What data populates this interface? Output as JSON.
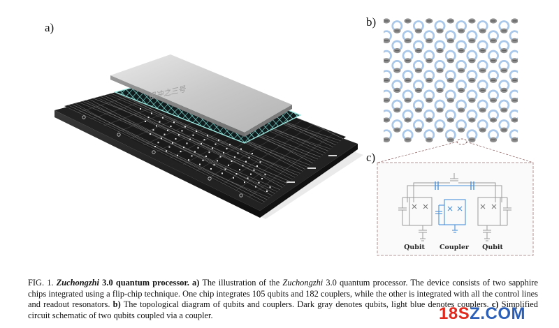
{
  "panels": {
    "a": "a)",
    "b": "b)",
    "c": "c)"
  },
  "chip": {
    "engraving": "祖冲之三号"
  },
  "circuit": {
    "label_left": "Qubit",
    "label_center": "Coupler",
    "label_right": "Qubit"
  },
  "caption": {
    "fig_label": "FIG. 1.",
    "title_italic": "Zuchongzhi",
    "title_rest": "3.0 quantum processor.",
    "a_tag": "a)",
    "a_text_1": "The illustration of the",
    "a_italic": "Zuchongzhi",
    "a_text_2": "3.0 quantum processor. The device consists of two sapphire chips integrated using a flip-chip technique. One chip integrates 105 qubits and 182 couplers, while the other is integrated with all the control lines and readout resonators.",
    "b_tag": "b)",
    "b_text": "The topological diagram of qubits and couplers. Dark gray denotes qubits, light blue denotes couplers.",
    "c_tag": "c)",
    "c_text": "Simplified circuit schematic of two qubits coupled via a coupler."
  },
  "watermark": {
    "part1": "18S",
    "part2": "Z.COM"
  },
  "colors": {
    "qubit": "#8e8e8e",
    "coupler": "#a9c8ea",
    "circuit_blue": "#4a90d9",
    "board": "#1b1b1b",
    "cyan_layer": "#7fd8d0"
  }
}
